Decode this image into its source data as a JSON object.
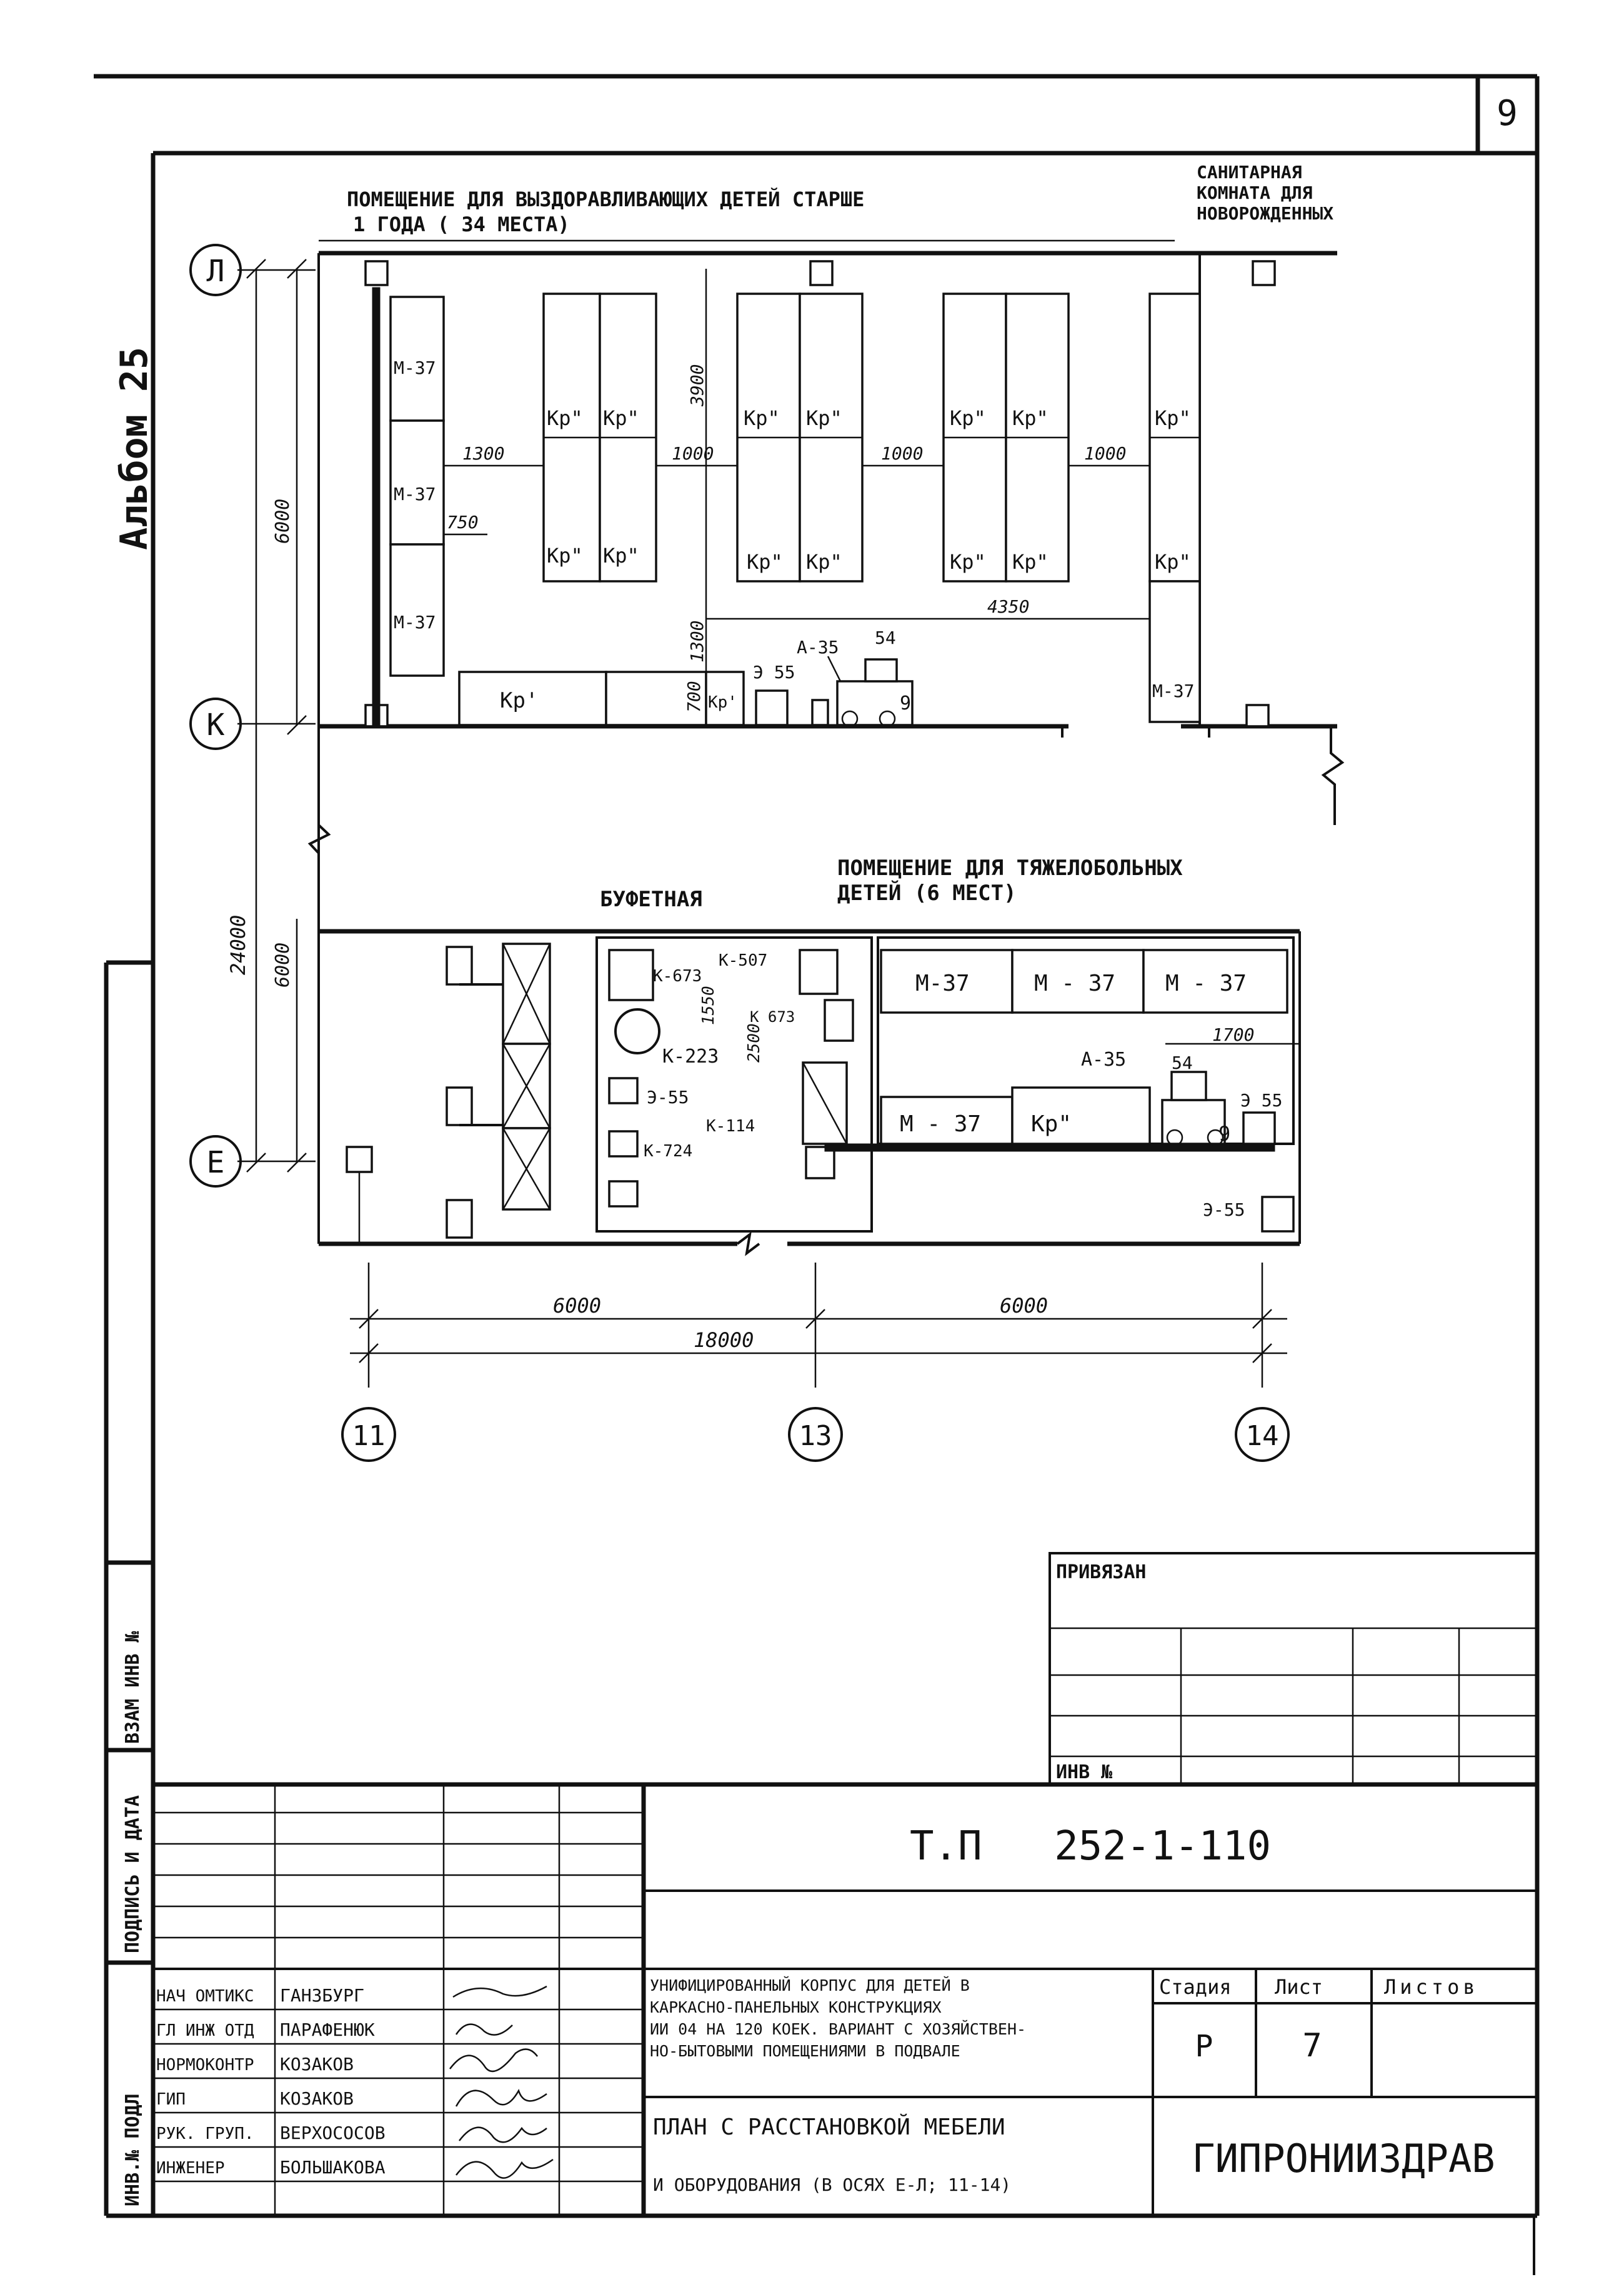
{
  "sheet": {
    "page_number": "9",
    "album_label": "Альбом 25"
  },
  "plan": {
    "room_top_title_1": "ПОМЕЩЕНИЕ ДЛЯ ВЫЗДОРАВЛИВАЮЩИХ ДЕТЕЙ СТАРШЕ",
    "room_top_title_2": "1 ГОДА ( 34 МЕСТА)",
    "room_sanitary_1": "САНИТАРНАЯ",
    "room_sanitary_2": "КОМНАТА ДЛЯ",
    "room_sanitary_3": "НОВОРОЖДЕННЫХ",
    "room_buffet": "БУФЕТНАЯ",
    "room_severe_1": "ПОМЕЩЕНИЕ ДЛЯ ТЯЖЕЛОБОЛЬНЫХ",
    "room_severe_2": "ДЕТЕЙ (6 МЕСТ)",
    "axes": {
      "a": "Л",
      "k": "К",
      "e": "Е",
      "c11": "11",
      "c13": "13",
      "c14": "14"
    },
    "dims": {
      "h6000a": "6000",
      "h6000b": "6000",
      "h24000": "24000",
      "d1300": "1300",
      "d1000a": "1000",
      "d1000b": "1000",
      "d1000c": "1000",
      "d750": "750",
      "d3900": "3900",
      "d1300v": "1300",
      "d700": "700",
      "d4350": "4350",
      "d1550": "1550",
      "d2500": "2500",
      "d1700": "1700",
      "d54a": "54",
      "d54b": "54",
      "c6000a": "6000",
      "c6000b": "6000",
      "c18000": "18000"
    },
    "labels": {
      "m37": "М-37",
      "m37s": "М - 37",
      "kr2": "Кр\"",
      "kr1": "Кр'",
      "a35": "А-35",
      "e55": "Э-55",
      "e55b": "Э 55",
      "k673": "К-673",
      "k507": "К-507",
      "k223": "К-223",
      "k114": "К-114",
      "k724": "К-724",
      "k673b": "К 673",
      "nine": "9"
    }
  },
  "title_block": {
    "privyazan": "ПРИВЯЗАН",
    "inv_no": "ИНВ №",
    "designation": "Т.П   252-1-110",
    "description": [
      "УНИФИЦИРОВАННЫЙ КОРПУС ДЛЯ ДЕТЕЙ В",
      "КАРКАСНО-ПАНЕЛЬНЫХ КОНСТРУКЦИЯХ",
      "ИИ 04 НА 120 КОЕК. ВАРИАНТ С ХОЗЯЙСТВЕН-",
      "НО-БЫТОВЫМИ ПОМЕЩЕНИЯМИ В ПОДВАЛЕ"
    ],
    "sheet_title": [
      "ПЛАН С РАССТАНОВКОЙ МЕБЕЛИ",
      "И ОБОРУДОВАНИЯ (В ОСЯХ Е-Л; 11-14)"
    ],
    "stage_label": "Стадия",
    "sheet_label": "Лист",
    "sheets_label": "Листов",
    "stage": "Р",
    "sheet_no": "7",
    "organization": "ГИПРОНИИЗДРАВ",
    "roles": [
      "НАЧ ОМТИКС",
      "ГЛ ИНЖ ОТД",
      "НОРМОКОНТР",
      "ГИП",
      "РУК. ГРУП.",
      "ИНЖЕНЕР"
    ],
    "names": [
      "ГАНЗБУРГ",
      "ПАРАФЕНЮК",
      "КОЗАКОВ",
      "КОЗАКОВ",
      "ВЕРХОСОСОВ",
      "БОЛЬШАКОВА"
    ],
    "side_stamps": [
      "ВЗАМ ИНВ №",
      "ПОДПИСЬ И ДАТА",
      "ИНВ.№ ПОДЛ"
    ]
  }
}
